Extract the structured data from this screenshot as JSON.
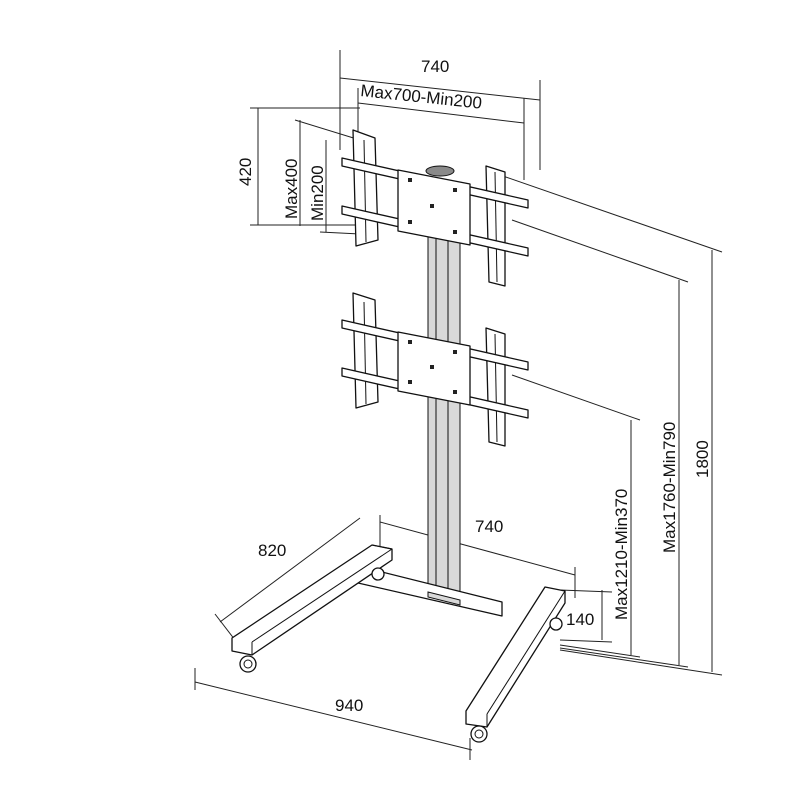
{
  "dimensions": {
    "top_width": "740",
    "vesa_width": "Max700-Min200",
    "vesa_height_outer": "420",
    "vesa_height_max": "Max400",
    "vesa_height_min": "Min200",
    "total_height": "1800",
    "upper_mount_height": "Max1760-Min790",
    "lower_mount_height": "Max1210-Min370",
    "base_width": "740",
    "base_depth": "820",
    "base_length": "940",
    "wheel_height": "140"
  },
  "colors": {
    "line": "#111111",
    "pole_fill": "#d9d9d9",
    "background": "#ffffff"
  }
}
